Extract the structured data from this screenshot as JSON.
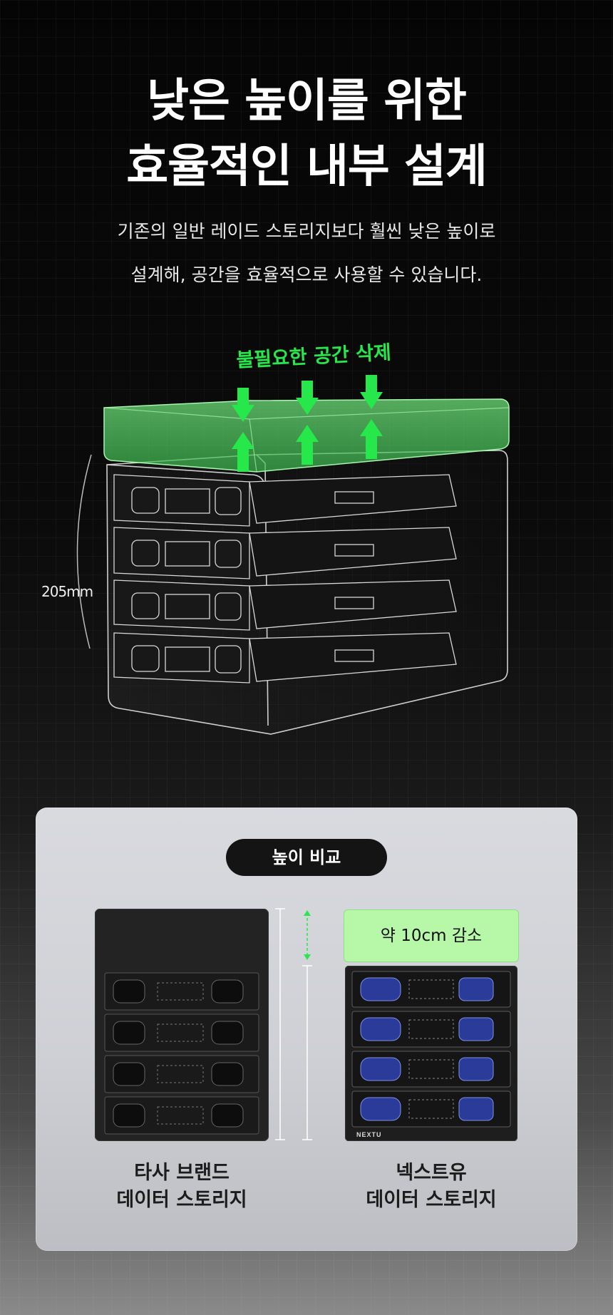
{
  "headline": {
    "line1": "낮은 높이를 위한",
    "line2": "효율적인 내부 설계"
  },
  "subtext": {
    "line1": "기존의 일반 레이드 스토리지보다 훨씬 낮은 높이로",
    "line2": "설계해, 공간을 효율적으로 사용할 수 있습니다."
  },
  "hero": {
    "callout": "불필요한 공간 삭제",
    "height_label": "205mm",
    "accent_color": "#27e84b"
  },
  "comparison": {
    "badge": "높이 비교",
    "reduction_label": "약 10cm 감소",
    "other_brand": {
      "line1": "타사 브랜드",
      "line2": "데이터 스토리지"
    },
    "nextu": {
      "line1": "넥스트유",
      "line2": "데이터 스토리지",
      "logo_text": "NEXTU"
    }
  }
}
